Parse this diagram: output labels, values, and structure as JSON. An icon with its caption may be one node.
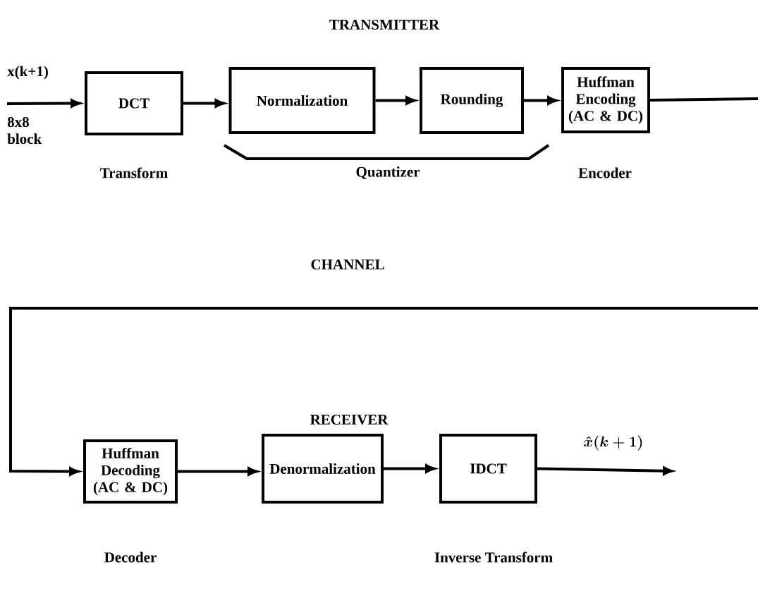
{
  "diagram": {
    "nodes": [
      {
        "text": [
          "DCT"
        ],
        "beside": [
          "Transform"
        ]
      },
      {
        "text": [
          "Normalization"
        ]
      },
      {
        "text": [
          "Rounding"
        ]
      },
      {
        "text": [
          "Huffman Encoding (AC & DC)"
        ],
        "beside": [
          "Encoder"
        ]
      },
      {
        "text": [
          "Huffman Decoding (AC & DC)"
        ],
        "beside": [
          "Decoder"
        ]
      },
      {
        "text": [
          "Denormalization"
        ]
      },
      {
        "text": [
          "IDCT"
        ],
        "beside": [
          "Inverse Transform"
        ]
      }
    ],
    "edges": [
      {
        "from": null,
        "to": 0,
        "arrow": "to"
      },
      {
        "from": 0,
        "to": 1,
        "arrow": "to"
      },
      {
        "from": 1,
        "to": 2,
        "arrow": "to"
      },
      {
        "from": 2,
        "to": 3,
        "arrow": "to"
      },
      {
        "from": 3,
        "to": null,
        "arrow": "none"
      },
      {
        "from": null,
        "to": 4,
        "arrow": "to"
      },
      {
        "from": 4,
        "to": 5,
        "arrow": "to"
      },
      {
        "from": 5,
        "to": 6,
        "arrow": "to"
      },
      {
        "from": 6,
        "to": null,
        "arrow": "to"
      }
    ],
    "labels": [
      "TRANSMITTER",
      "x(k+1)",
      "8x8 block",
      "Quantizer",
      "CHANNEL",
      "RECEIVER",
      "\\hat{x}(k+1)"
    ]
  }
}
